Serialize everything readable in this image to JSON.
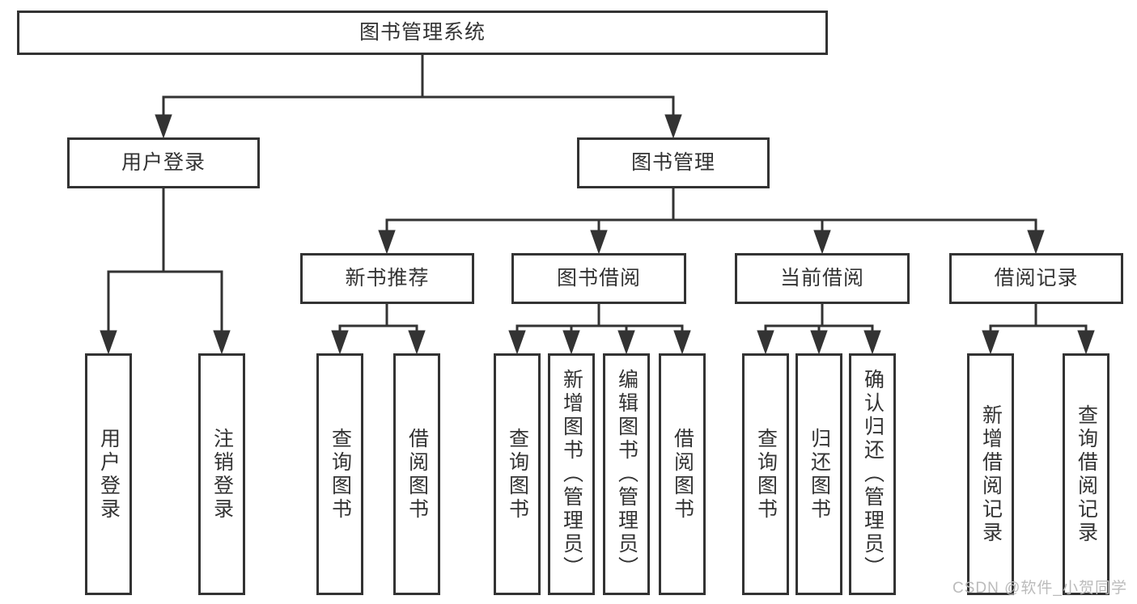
{
  "colors": {
    "line": "#333333",
    "text": "#333333",
    "background": "#ffffff",
    "watermark": "#bbbbbb"
  },
  "watermark": {
    "text": "CSDN @软件_小贺同学"
  },
  "nodes": {
    "root": "图书管理系统",
    "level2": {
      "user_login": "用户登录",
      "book_management": "图书管理"
    },
    "level3": {
      "new_book_recommend": "新书推荐",
      "book_borrow": "图书借阅",
      "current_borrow": "当前借阅",
      "borrow_records": "借阅记录"
    },
    "leaves": {
      "user_login": "用户登录",
      "logout": "注销登录",
      "recommend_query_books": "查询图书",
      "recommend_borrow_books": "借阅图书",
      "borrow_query_books": "查询图书",
      "borrow_add_books_admin": "新增图书（管理员）",
      "borrow_edit_books_admin": "编辑图书（管理员）",
      "borrow_borrow_books": "借阅图书",
      "current_query_books": "查询图书",
      "current_return_books": "归还图书",
      "current_confirm_return_admin": "确认归还（管理员）",
      "records_add_record": "新增借阅记录",
      "records_query_record": "查询借阅记录"
    }
  }
}
